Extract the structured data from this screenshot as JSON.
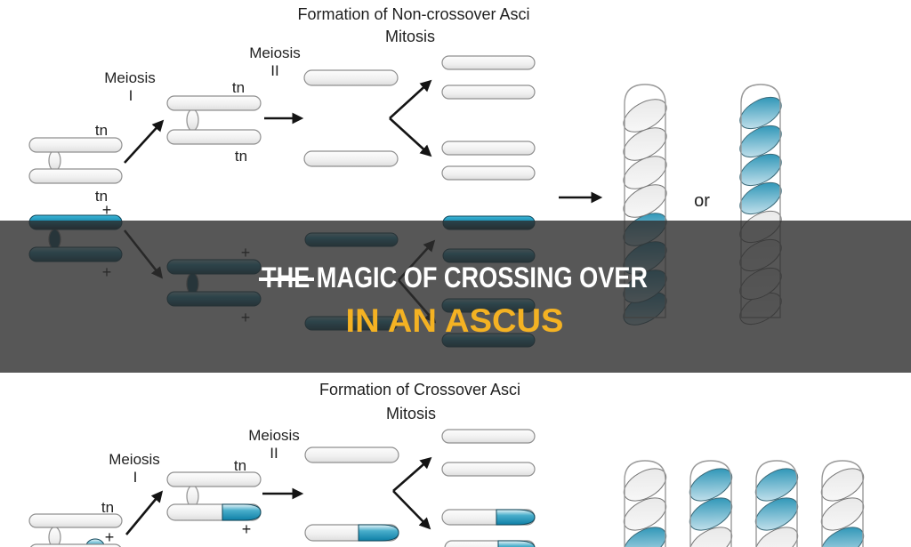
{
  "banner": {
    "line1": "THE MAGIC OF CROSSING OVER",
    "line2": "IN AN ASCUS",
    "line1_color": "#ffffff",
    "line2_color": "#f4b223",
    "overlay_color": "#2d2d2d"
  },
  "top_section": {
    "title": "Formation of Non-crossover Asci",
    "mitosis_label": "Mitosis",
    "meiosis_1": {
      "word": "Meiosis",
      "numeral": "I"
    },
    "meiosis_2": {
      "word": "Meiosis",
      "numeral": "II"
    },
    "or_label": "or"
  },
  "bottom_section": {
    "title": "Formation of Crossover Asci",
    "mitosis_label": "Mitosis",
    "meiosis_1": {
      "word": "Meiosis",
      "numeral": "I"
    },
    "meiosis_2": {
      "word": "Meiosis",
      "numeral": "II"
    }
  },
  "gene_labels": {
    "tn": "tn",
    "plus": "+"
  },
  "colors": {
    "teal_bright": "#2aa8cb",
    "teal_dark": "#0f586e",
    "spore_teal": "#1489ae",
    "capsule_outline": "#8f8f8f",
    "ink": "#1f1f1f"
  }
}
